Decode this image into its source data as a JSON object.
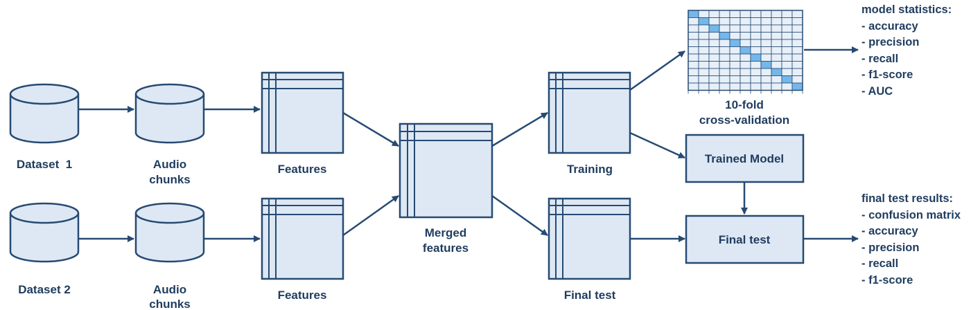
{
  "nodes": {
    "dataset1": "Dataset  1",
    "dataset2": "Dataset 2",
    "audio1": [
      "Audio",
      "chunks"
    ],
    "audio2": [
      "Audio",
      "chunks"
    ],
    "features1": "Features",
    "features2": "Features",
    "merged": [
      "Merged",
      "features"
    ],
    "training": "Training",
    "final_test_data": "Final test",
    "cv": [
      "10-fold",
      "cross-validation"
    ],
    "trained_model": "Trained Model",
    "final_test_box": "Final test"
  },
  "model_statistics": {
    "title": "model statistics:",
    "items": [
      "- accuracy",
      "- precision",
      "- recall",
      "- f1-score",
      "- AUC"
    ]
  },
  "final_results": {
    "title": "final test results:",
    "items": [
      "- confusion matrix",
      "- accuracy",
      "- precision",
      "- recall",
      "- f1-score"
    ]
  },
  "colors": {
    "fill": "#dde8f4",
    "stroke": "#264a72",
    "highlight": "#74b7ea",
    "text": "#1f3c5e"
  }
}
